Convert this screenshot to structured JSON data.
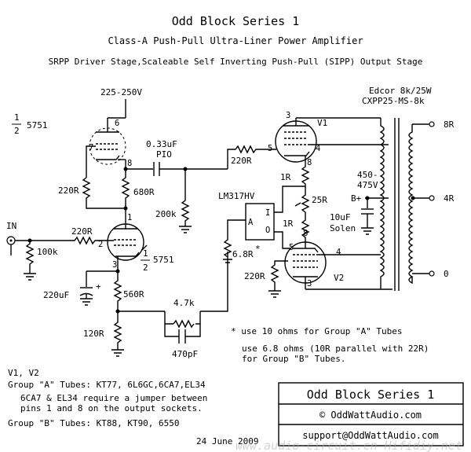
{
  "header": {
    "title": "Odd Block Series 1",
    "subtitle": "Class-A Push-Pull Ultra-Liner Power Amplifier",
    "description": "SRPP Driver Stage,Scaleable Self Inverting Push-Pull (SIPP) Output Stage"
  },
  "supply": {
    "voltage": "225-250V",
    "bplus_range": "450-\n475V",
    "bplus_label": "B+"
  },
  "input": {
    "label": "IN",
    "r_shunt": "100k",
    "r_grid": "220R"
  },
  "driver": {
    "tube_upper_fraction_num": "1",
    "tube_upper_fraction_den": "2",
    "tube_upper_name": "5751",
    "tube_lower_fraction_num": "1",
    "tube_lower_fraction_den": "2",
    "tube_lower_name": "5751",
    "pin_upper_plate": "6",
    "pin_upper_grid": "7",
    "pin_upper_cathode": "8",
    "pin_lower_plate": "1",
    "pin_lower_grid": "2",
    "pin_lower_cathode": "3",
    "r_upper_grid": "220R",
    "r_upper_cathode": "680R",
    "r_lower_cathode": "560R",
    "r_bottom": "120R",
    "cap_bypass": "220uF",
    "cap_bypass_polarity": "+"
  },
  "coupling": {
    "cap_value": "0.33uF",
    "cap_type": "PIO",
    "r_grid_leak": "200k",
    "r_v1_grid": "220R"
  },
  "feedback": {
    "r": "4.7k",
    "c": "470pF"
  },
  "regulator": {
    "name": "LM317HV",
    "pin_i": "I",
    "pin_a": "A",
    "pin_o": "O",
    "r_set": "6.8R",
    "r_set_mark": "*",
    "r_top": "1R",
    "r_bottom": "1R",
    "pot": "25R"
  },
  "output": {
    "v1_label": "V1",
    "v2_label": "V2",
    "v1_pins": {
      "plate": "3",
      "g1": "5",
      "g2": "4",
      "cathode": "8"
    },
    "v2_pins": {
      "g1": "5",
      "g2": "4",
      "cathode_top": "8",
      "cathode_bottom": "3"
    },
    "r_v2_grid": "220R",
    "cap_decouple": "10uF",
    "cap_decouple_type": "Solen",
    "transformer_name": "Edcor 8k/25W",
    "transformer_model": "CXPP25-MS-8k",
    "tap_8": "8R",
    "tap_4": "4R",
    "tap_0": "0"
  },
  "notes": {
    "note_a": "* use 10 ohms for Group \"A\" Tubes",
    "note_b1": "use 6.8 ohms (10R parallel with 22R)",
    "note_b2": "for Group \"B\" Tubes."
  },
  "tube_list": {
    "v_label": "V1, V2",
    "group_a": "Group \"A\" Tubes: KT77, 6L6GC,6CA7,EL34",
    "jumper_1": "6CA7 & EL34 require a jumper between",
    "jumper_2": "pins 1 and 8 on the output sockets.",
    "group_b": "Group \"B\" Tubes: KT88, KT90, 6550",
    "date": "24 June 2009"
  },
  "info_box": {
    "title": "Odd Block Series 1",
    "copyright": "© OddWattAudio.com",
    "email": "support@OddWattAudio.com"
  },
  "watermark": "www.audio-circuit.cn Hifidiy.net"
}
